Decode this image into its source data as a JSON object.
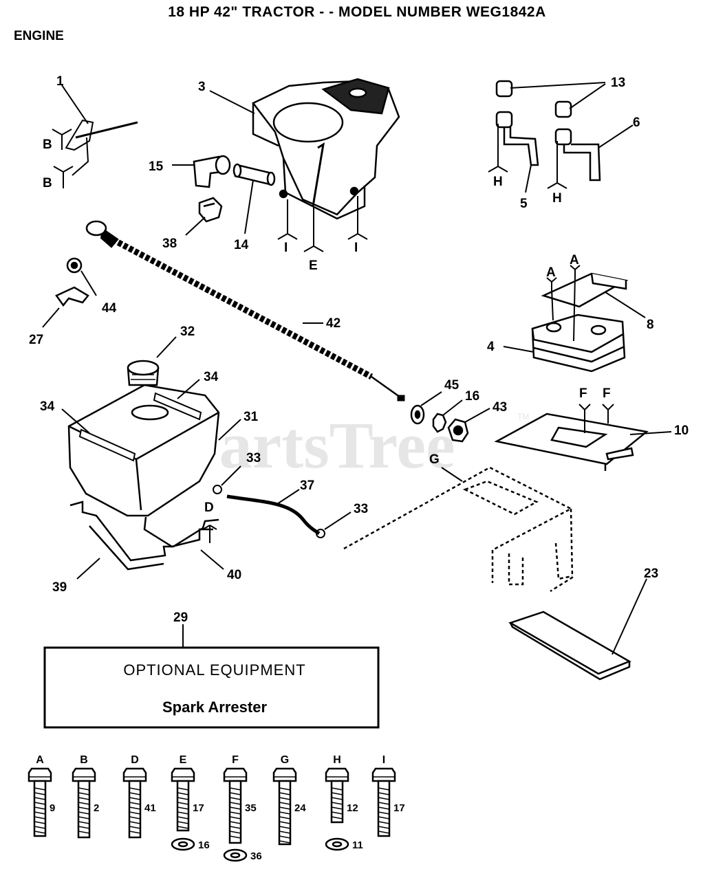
{
  "header": {
    "title": "18 HP 42\" TRACTOR - - MODEL NUMBER WEG1842A",
    "section": "ENGINE"
  },
  "watermark": {
    "text": "PartsTree",
    "tm": "TM"
  },
  "callouts": {
    "c1": "1",
    "c3": "3",
    "c13": "13",
    "c6": "6",
    "c5": "5",
    "c15": "15",
    "c14": "14",
    "c38": "38",
    "c44": "44",
    "c27": "27",
    "c42": "42",
    "c32": "32",
    "c34a": "34",
    "c34b": "34",
    "c31": "31",
    "c33a": "33",
    "c33b": "33",
    "c37": "37",
    "c39": "39",
    "c40": "40",
    "c45": "45",
    "c16": "16",
    "c43": "43",
    "c8": "8",
    "c4": "4",
    "c10": "10",
    "c23": "23",
    "c29": "29"
  },
  "fastener_refs": {
    "B1": "B",
    "B2": "B",
    "H1": "H",
    "H2": "H",
    "I1": "I",
    "I2": "I",
    "E": "E",
    "A1": "A",
    "A2": "A",
    "F1": "F",
    "F2": "F",
    "G": "G",
    "D": "D"
  },
  "optional_box": {
    "heading": "OPTIONAL EQUIPMENT",
    "item": "Spark Arrester"
  },
  "hardware": [
    {
      "letter": "A",
      "part": "9"
    },
    {
      "letter": "B",
      "part": "2"
    },
    {
      "letter": "D",
      "part": "41"
    },
    {
      "letter": "E",
      "part": "17",
      "washer": "16"
    },
    {
      "letter": "F",
      "part": "35",
      "washer": "36"
    },
    {
      "letter": "G",
      "part": "24"
    },
    {
      "letter": "H",
      "part": "12",
      "washer": "11"
    },
    {
      "letter": "I",
      "part": "17"
    }
  ]
}
